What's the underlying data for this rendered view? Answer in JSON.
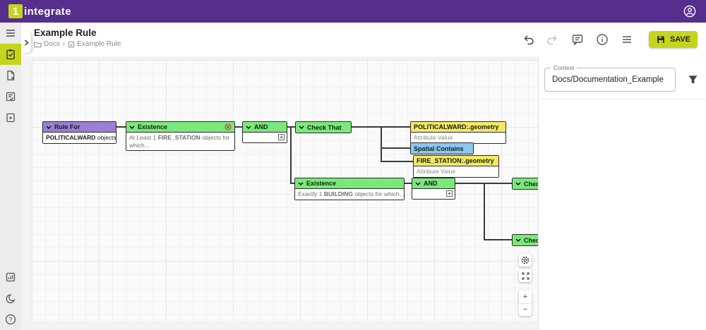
{
  "header": {
    "logo_mark": "1",
    "logo_name": "integrate"
  },
  "sidebar": {
    "items": [
      {
        "id": "sessions",
        "icon": "list-icon",
        "selected": false
      },
      {
        "id": "rules",
        "icon": "clipboard-check-icon",
        "selected": true
      },
      {
        "id": "data-stores",
        "icon": "document-icon",
        "selected": false
      },
      {
        "id": "actions",
        "icon": "checklist-icon",
        "selected": false
      },
      {
        "id": "action-maps",
        "icon": "document-play-icon",
        "selected": false
      },
      {
        "id": "dashboard",
        "icon": "bar-chart-icon",
        "selected": false
      },
      {
        "id": "dark-mode",
        "icon": "moon-icon",
        "selected": false
      },
      {
        "id": "help",
        "icon": "help-icon",
        "selected": false
      }
    ]
  },
  "page": {
    "title": "Example Rule",
    "breadcrumb": {
      "root": "Docs",
      "separator": "›",
      "current": "Example Rule"
    }
  },
  "toolbar": {
    "save_label": "SAVE"
  },
  "context": {
    "label": "Context",
    "value": "Docs/Documentation_Example"
  },
  "canvas": {
    "nodes": {
      "rule_for": {
        "title": "Rule For",
        "body": [
          "POLITICALWARD",
          " objects"
        ]
      },
      "existence1": {
        "title": "Existence",
        "body": [
          "At Least 1 ",
          "FIRE_STATION",
          " objects for which..."
        ]
      },
      "and1": {
        "title": "AND"
      },
      "check_that1": {
        "title": "Check That"
      },
      "political_geom": {
        "title": "POLITICALWARD:.geometry",
        "body": "Attribute Value"
      },
      "spatial_contains": {
        "title": "Spatial Contains"
      },
      "fire_geom": {
        "title": "FIRE_STATION:.geometry",
        "body": "Attribute Value"
      },
      "existence2": {
        "title": "Existence",
        "body": [
          "Exactly 1 ",
          "BUILDING",
          " objects for which..."
        ]
      },
      "and2": {
        "title": "AND"
      },
      "check_that2": {
        "title": "Check That"
      },
      "check_that3": {
        "title": "Check That"
      }
    },
    "controls": {
      "zoom_in": "+",
      "zoom_out": "−"
    }
  },
  "colors": {
    "brand_purple": "#562e8e",
    "accent_lime": "#c6d51c",
    "node_green": "#7be87b",
    "node_purple": "#9b7ed7",
    "node_yellow": "#f6e867",
    "node_blue": "#8cc5f0"
  }
}
